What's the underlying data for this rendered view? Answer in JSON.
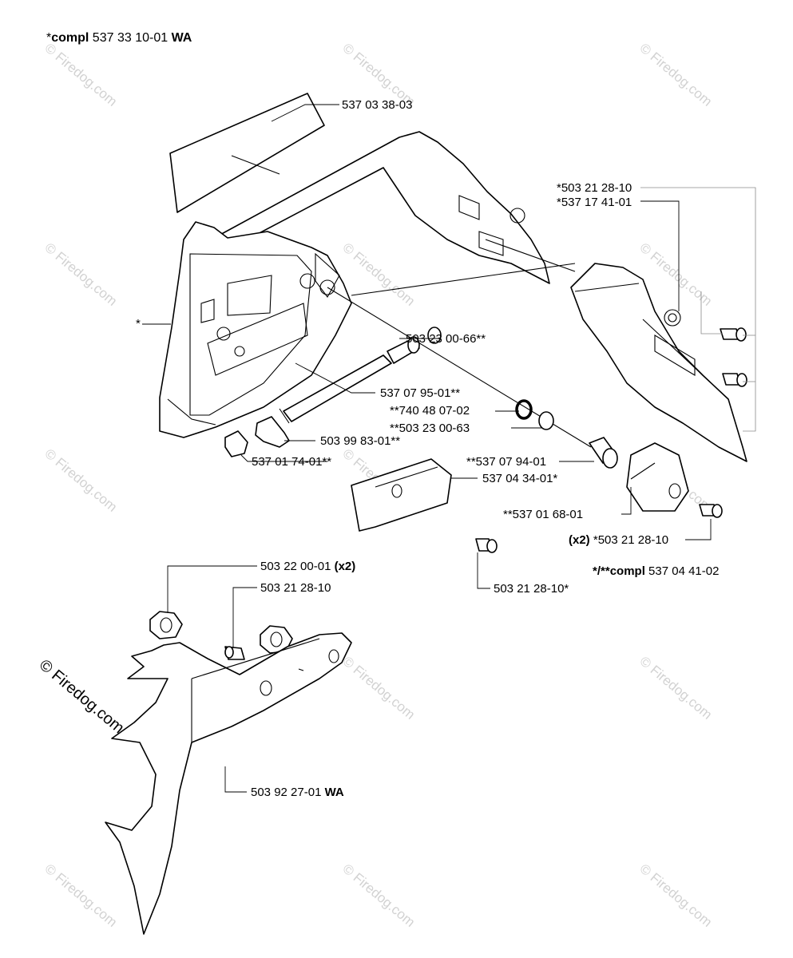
{
  "header": {
    "prefix": "*",
    "bold": "compl",
    "number": " 537 33 10-01 ",
    "suffix": "WA"
  },
  "labels": {
    "decal": "537 03 38-03",
    "screw_a": "*503 21 28-10",
    "clamp_a": "*537 17 41-01",
    "cover": "*",
    "washer_a": "503 23 00-66**",
    "bolt": "537 07 95-01**",
    "oring": "**740 48 07-02",
    "washer_b": "**503 23 00-63",
    "nut_insert": "503 99 83-01**",
    "sleeve": "537 01 74-01**",
    "bushing": "**537 07 94-01",
    "plate": "537 04 34-01*",
    "spacer": "**537 01 68-01",
    "screw_b_qty": "(x2)",
    "screw_b": " *503 21 28-10",
    "kit_prefix": "*/**",
    "kit_bold": "compl",
    "kit_number": " 537 04 41-02",
    "screw_c": "503 21 28-10*",
    "nut_qty_number": "503 22 00-01 ",
    "nut_qty": "(x2)",
    "screw_d": "503 21 28-10",
    "spike_number": "503 92 27-01 ",
    "spike_bold": "WA"
  },
  "watermark": {
    "text": "© Firedog.com"
  }
}
